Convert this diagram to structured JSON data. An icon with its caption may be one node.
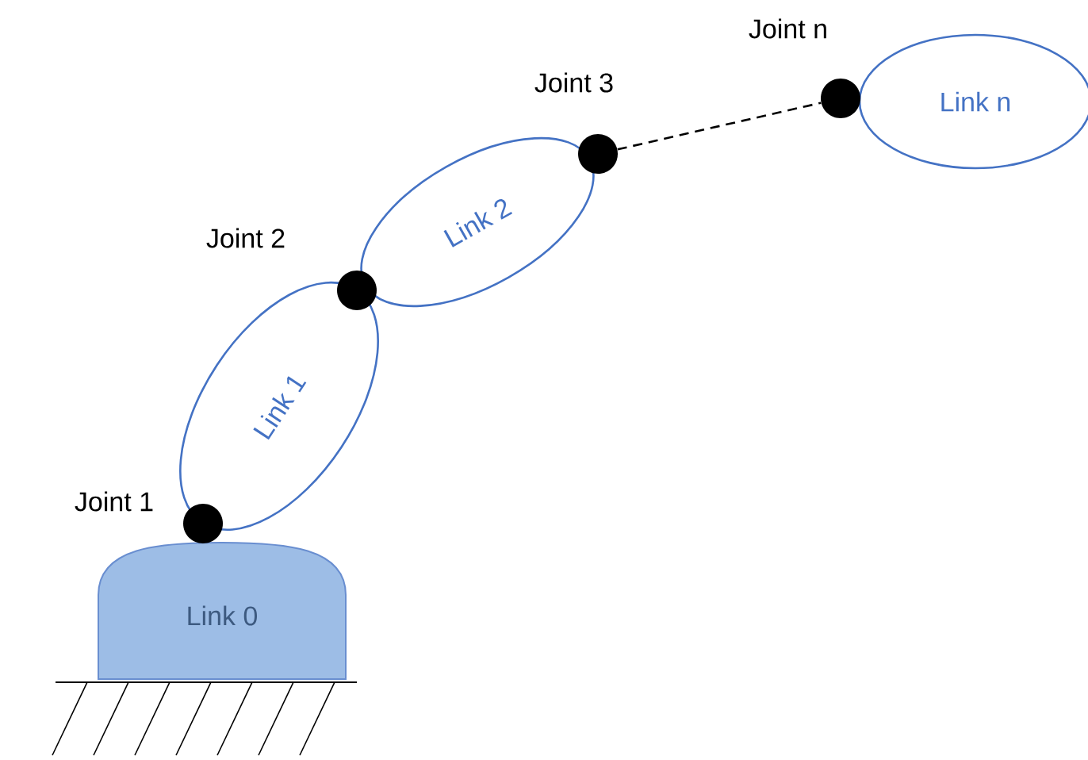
{
  "diagram": {
    "nodes": [
      {
        "text": [
          "Link 0"
        ]
      },
      {
        "text": [],
        "shape": "circle",
        "beside": [
          "Joint 1"
        ]
      },
      {
        "text": [
          "Link 1"
        ]
      },
      {
        "text": [],
        "shape": "circle",
        "beside": [
          "Joint 2"
        ]
      },
      {
        "text": [
          "Link 2"
        ]
      },
      {
        "text": [],
        "shape": "circle",
        "beside": [
          "Joint 3"
        ]
      },
      {
        "text": [],
        "shape": "circle",
        "beside": [
          "Joint n"
        ]
      },
      {
        "text": [
          "Link n"
        ]
      }
    ],
    "edges": [
      {
        "from": 5,
        "to": 6,
        "arrow": "none",
        "style": "dashed"
      }
    ]
  }
}
